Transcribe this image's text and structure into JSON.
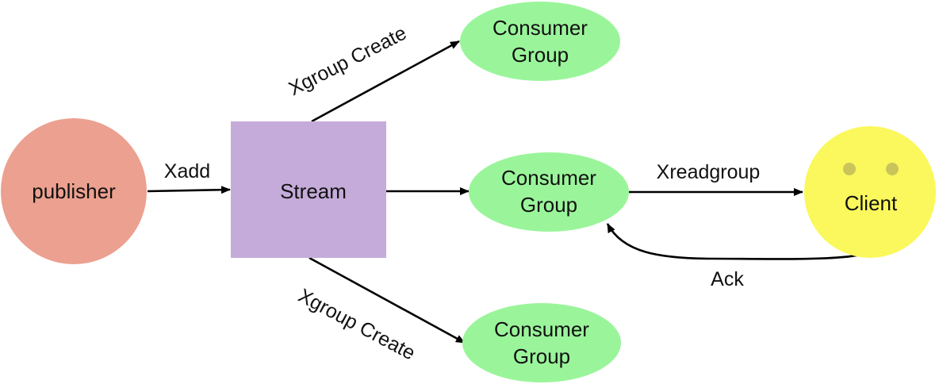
{
  "nodes": {
    "publisher": {
      "label": "publisher",
      "color": "#ECA08F"
    },
    "stream": {
      "label": "Stream",
      "color": "#C5ABD9"
    },
    "consumer_group_top": {
      "label_line1": "Consumer",
      "label_line2": "Group",
      "color": "#9AF59A"
    },
    "consumer_group_middle": {
      "label_line1": "Consumer",
      "label_line2": "Group",
      "color": "#9AF59A"
    },
    "consumer_group_bottom": {
      "label_line1": "Consumer",
      "label_line2": "Group",
      "color": "#9AF59A"
    },
    "client": {
      "label": "Client",
      "color": "#FAF85C",
      "eye_color": "#C9C55A"
    }
  },
  "edges": {
    "publisher_to_stream": {
      "label": "Xadd"
    },
    "stream_to_group_top": {
      "label": "Xgroup Create"
    },
    "stream_to_group_middle": {
      "label": ""
    },
    "stream_to_group_bottom": {
      "label": "Xgroup Create"
    },
    "group_to_client": {
      "label": "Xreadgroup"
    },
    "client_to_group": {
      "label": "Ack"
    }
  }
}
